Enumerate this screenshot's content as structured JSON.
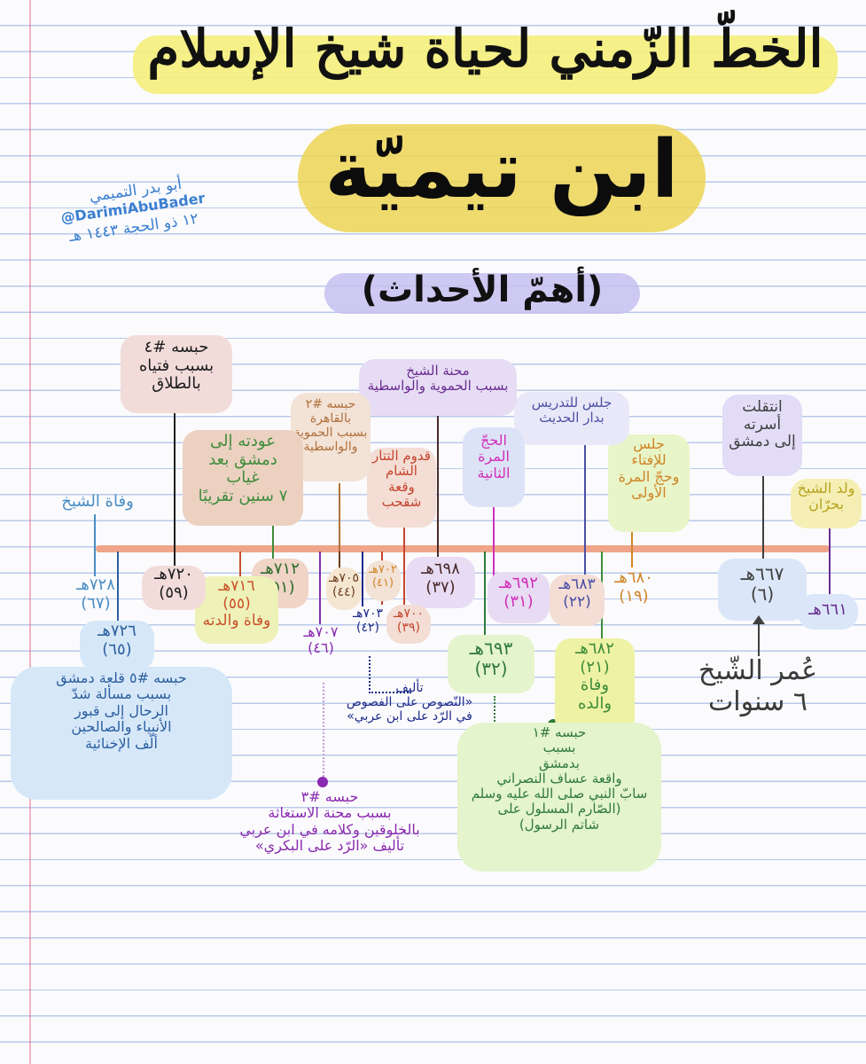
{
  "header": {
    "title_line1": "الخطّ الزّمني لحياة شيخ الإسلام",
    "title_name": "ابن تيميّة",
    "subtitle": "(أهمّ الأحداث)"
  },
  "author": {
    "name": "أبو بدر التميمي",
    "handle": "@DarimiAbuBader",
    "date": "١٢ ذو الحجة ١٤٤٣ هـ"
  },
  "events_above": [
    {
      "id": "birth",
      "text": "ولد الشيخ\nبحرّان",
      "color": "#b7a21e"
    },
    {
      "id": "move",
      "text": "انتقلت\nأسرته\nإلى دمشق",
      "color": "#3f3f3f"
    },
    {
      "id": "fatwa",
      "text": "جلس\nللإفتاء\nوحجّ المرة\nالأولى",
      "color": "#d08528"
    },
    {
      "id": "teach",
      "text": "جلس للتدريس\nبدار الحديث",
      "color": "#4b4fa6"
    },
    {
      "id": "hajj2",
      "text": "الحجّ\nالمرة\nالثانية",
      "color": "#d12fb9"
    },
    {
      "id": "mihna",
      "text": "محنة الشيخ\nبسبب الحموية والواسطية",
      "color": "#6a2c91"
    },
    {
      "id": "sham",
      "text": "قدوم التتار\nالشام\nوقعة\nشقحب",
      "color": "#c5442d"
    },
    {
      "id": "prison2",
      "text": "حبسه #٢\nبالقاهرة\nبسبب الحموية\nوالواسطية",
      "color": "#b0713c"
    },
    {
      "id": "return",
      "text": "عودته إلى\nدمشق بعد\nغياب\n٧ سنين تقريبًا",
      "color": "#3e8c3a"
    },
    {
      "id": "prison4",
      "text": "حبسه #٤\nبسبب فتياه\nبالطلاق",
      "color": "#1e1e1e"
    },
    {
      "id": "death",
      "text": "وفاة الشيخ",
      "color": "#4a8ec4"
    }
  ],
  "dates_below": [
    {
      "id": "d661",
      "text": "٦٦١هـ",
      "color": "#6a2c91"
    },
    {
      "id": "d667",
      "text": "٦٦٧هـ\n(٦)",
      "color": "#3f3f3f"
    },
    {
      "id": "d680",
      "text": "٦٨٠هـ\n(١٩)",
      "color": "#d08528"
    },
    {
      "id": "d682",
      "text": "٦٨٢هـ\n(٢١)\nوفاة\nوالده",
      "color": "#3e8c3a"
    },
    {
      "id": "d683",
      "text": "٦٨٣هـ\n(٢٢)",
      "color": "#4b4fa6"
    },
    {
      "id": "d692",
      "text": "٦٩٢هـ\n(٣١)",
      "color": "#d12fb9"
    },
    {
      "id": "d693",
      "text": "٦٩٣هـ\n(٣٢)",
      "color": "#2f7a3a"
    },
    {
      "id": "d698",
      "text": "٦٩٨هـ\n(٣٧)",
      "color": "#4a2a2a"
    },
    {
      "id": "d700",
      "text": "٧٠٠هـ\n(٣٩)",
      "color": "#c5442d"
    },
    {
      "id": "d702",
      "text": "٧٠٢هـ\n(٤١)",
      "color": "#d08528"
    },
    {
      "id": "d703",
      "text": "٧٠٣هـ\n(٤٢)",
      "color": "#1e2a8a"
    },
    {
      "id": "d705",
      "text": "٧٠٥هـ\n(٤٤)",
      "color": "#6b3e1f"
    },
    {
      "id": "d707",
      "text": "٧٠٧هـ\n(٤٦)",
      "color": "#8a2ab0"
    },
    {
      "id": "d712",
      "text": "٧١٢هـ\n(٥١)",
      "color": "#2e6b2e"
    },
    {
      "id": "d716",
      "text": "٧١٦هـ\n(٥٥)\nوفاة والدته",
      "color": "#c8502a"
    },
    {
      "id": "d720",
      "text": "٧٢٠هـ\n(٥٩)",
      "color": "#1e1e1e"
    },
    {
      "id": "d726",
      "text": "٧٢٦هـ\n(٦٥)",
      "color": "#2c5fa0"
    },
    {
      "id": "d728",
      "text": "٧٢٨هـ\n(٦٧)",
      "color": "#4a8ec4"
    }
  ],
  "notes": {
    "age_note": "عُمر الشّيخ\n٦ سنوات",
    "prison1": "حبسه #١\nبسبب\nبدمشق\nواقعة عساف النصراني\nسابّ النبي صلى الله عليه وسلم\n(الصّارم المسلول على\nشاتم الرسول)",
    "prison3": "حبسه #٣\nبسبب محنة الاستغاثة\nبالخلوقين وكلامه في ابن عربي\nتأليف «الرّد على البكري»",
    "prison5": "حبسه #٥ قلعة دمشق\nبسبب مسألة شدّ\nالرحال إلى قبور\nالأنبياء والصالحين\nألّف الإخنائية",
    "book": "تأليف\n«النّصوص على الفصوص\nفي الرّد على ابن عربي»"
  },
  "colors": {
    "timeline": "#f0a58a",
    "title_highlight": "#f4ee7a",
    "name_highlight": "#ecd455",
    "subtitle_highlight": "#c5c0f0",
    "author_text": "#3a7fd0"
  }
}
